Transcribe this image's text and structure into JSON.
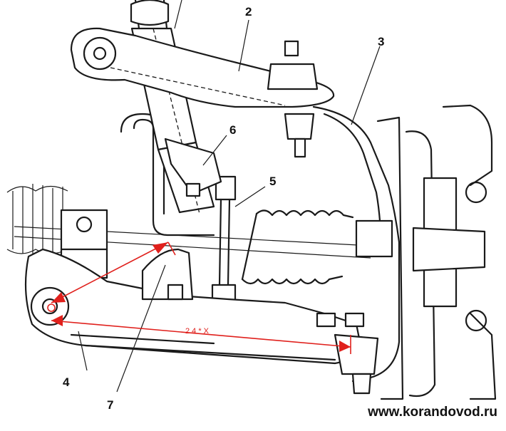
{
  "diagram": {
    "callouts": [
      {
        "id": "2",
        "label": "2"
      },
      {
        "id": "3",
        "label": "3"
      },
      {
        "id": "4",
        "label": "4"
      },
      {
        "id": "5",
        "label": "5"
      },
      {
        "id": "6",
        "label": "6"
      },
      {
        "id": "7",
        "label": "7"
      }
    ],
    "dimension_label": "2.4 * X",
    "watermark": "www.korandovod.ru",
    "colors": {
      "line_art": "#1a1a1a",
      "dimension": "#e0201c",
      "background": "#ffffff"
    }
  }
}
